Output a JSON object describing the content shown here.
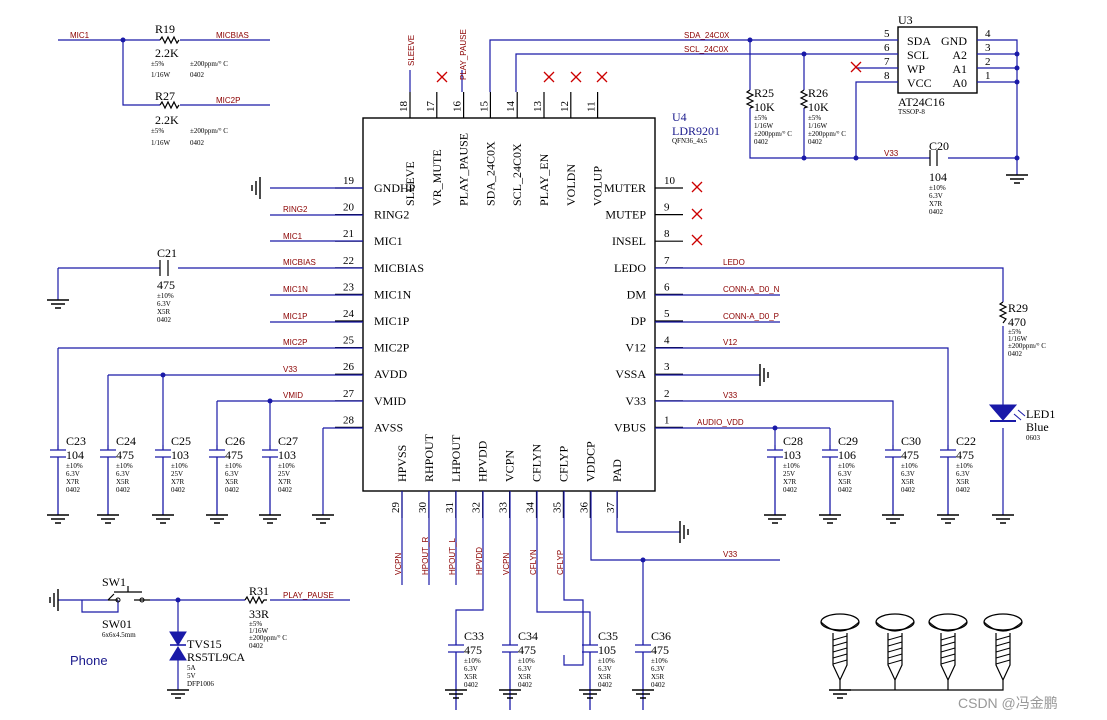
{
  "chip": {
    "ref": "U4",
    "part": "LDR9201",
    "package": "QFN36_4x5",
    "pins": [
      {
        "num": "1",
        "name": "VBUS",
        "net": "AUDIO_VDD"
      },
      {
        "num": "2",
        "name": "V33",
        "net": "V33"
      },
      {
        "num": "3",
        "name": "VSSA",
        "net": ""
      },
      {
        "num": "4",
        "name": "V12",
        "net": "V12"
      },
      {
        "num": "5",
        "name": "DP",
        "net": "CONN-A_D0_P"
      },
      {
        "num": "6",
        "name": "DM",
        "net": "CONN-A_D0_N"
      },
      {
        "num": "7",
        "name": "LEDO",
        "net": "LEDO"
      },
      {
        "num": "8",
        "name": "INSEL",
        "net": ""
      },
      {
        "num": "9",
        "name": "MUTEP",
        "net": ""
      },
      {
        "num": "10",
        "name": "MUTER",
        "net": ""
      },
      {
        "num": "11",
        "name": "VOLUP",
        "net": ""
      },
      {
        "num": "12",
        "name": "VOLDN",
        "net": ""
      },
      {
        "num": "13",
        "name": "PLAY_EN",
        "net": ""
      },
      {
        "num": "14",
        "name": "SCL_24C0X",
        "net": ""
      },
      {
        "num": "15",
        "name": "SDA_24C0X",
        "net": ""
      },
      {
        "num": "16",
        "name": "PLAY_PAUSE",
        "net": "PLAY_PAUSE"
      },
      {
        "num": "17",
        "name": "VR_MUTE",
        "net": ""
      },
      {
        "num": "18",
        "name": "SLEEVE",
        "net": "SLEEVE"
      },
      {
        "num": "19",
        "name": "GNDHP",
        "net": ""
      },
      {
        "num": "20",
        "name": "RING2",
        "net": "RING2"
      },
      {
        "num": "21",
        "name": "MIC1",
        "net": "MIC1"
      },
      {
        "num": "22",
        "name": "MICBIAS",
        "net": "MICBIAS"
      },
      {
        "num": "23",
        "name": "MIC1N",
        "net": "MIC1N"
      },
      {
        "num": "24",
        "name": "MIC1P",
        "net": "MIC1P"
      },
      {
        "num": "25",
        "name": "MIC2P",
        "net": "MIC2P"
      },
      {
        "num": "26",
        "name": "AVDD",
        "net": "V33"
      },
      {
        "num": "27",
        "name": "VMID",
        "net": "VMID"
      },
      {
        "num": "28",
        "name": "AVSS",
        "net": ""
      },
      {
        "num": "29",
        "name": "HPVSS",
        "net": "VCPN"
      },
      {
        "num": "30",
        "name": "RHPOUT",
        "net": "HPOUT_R"
      },
      {
        "num": "31",
        "name": "LHPOUT",
        "net": "HPOUT_L"
      },
      {
        "num": "32",
        "name": "HPVDD",
        "net": "HPVDD"
      },
      {
        "num": "33",
        "name": "VCPN",
        "net": "VCPN"
      },
      {
        "num": "34",
        "name": "CFLYN",
        "net": "CFLYN"
      },
      {
        "num": "35",
        "name": "CFLYP",
        "net": "CFLYP"
      },
      {
        "num": "36",
        "name": "VDDCP",
        "net": "V33"
      },
      {
        "num": "37",
        "name": "PAD",
        "net": ""
      }
    ]
  },
  "eeprom": {
    "ref": "U3",
    "part": "AT24C16",
    "package": "TSSOP-8",
    "pins": [
      {
        "num": "5",
        "name": "SDA",
        "net": "SDA_24C0X"
      },
      {
        "num": "6",
        "name": "SCL",
        "net": "SCL_24C0X"
      },
      {
        "num": "7",
        "name": "WP",
        "net": ""
      },
      {
        "num": "8",
        "name": "VCC",
        "net": "V33"
      },
      {
        "num": "4",
        "name": "GND"
      },
      {
        "num": "3",
        "name": "A2"
      },
      {
        "num": "2",
        "name": "A1"
      },
      {
        "num": "1",
        "name": "A0"
      }
    ]
  },
  "resistors": [
    {
      "ref": "R19",
      "value": "2.2K",
      "tol": "±5%",
      "power": "1/16W",
      "tc": "±200ppm/° C",
      "pkg": "0402",
      "net_in": "MIC1",
      "net_out": "MICBIAS"
    },
    {
      "ref": "R27",
      "value": "2.2K",
      "tol": "±5%",
      "power": "1/16W",
      "tc": "±200ppm/° C",
      "pkg": "0402",
      "net_out": "MIC2P"
    },
    {
      "ref": "R25",
      "value": "10K",
      "tol": "±5%",
      "power": "1/16W",
      "tc": "±200ppm/° C",
      "pkg": "0402"
    },
    {
      "ref": "R26",
      "value": "10K",
      "tol": "±5%",
      "power": "1/16W",
      "tc": "±200ppm/° C",
      "pkg": "0402"
    },
    {
      "ref": "R29",
      "value": "470",
      "tol": "±5%",
      "power": "1/16W",
      "tc": "±200ppm/° C",
      "pkg": "0402"
    },
    {
      "ref": "R31",
      "value": "33R",
      "tol": "±5%",
      "power": "1/16W",
      "tc": "±200ppm/° C",
      "pkg": "0402",
      "net_out": "PLAY_PAUSE"
    }
  ],
  "capacitors": [
    {
      "ref": "C20",
      "value": "104",
      "v": "6.3V",
      "tol": "±10%",
      "diel": "X7R",
      "pkg": "0402"
    },
    {
      "ref": "C21",
      "value": "475",
      "v": "6.3V",
      "tol": "±10%",
      "diel": "X5R",
      "pkg": "0402"
    },
    {
      "ref": "C22",
      "value": "475",
      "v": "6.3V",
      "tol": "±10%",
      "diel": "X5R",
      "pkg": "0402"
    },
    {
      "ref": "C23",
      "value": "104",
      "v": "6.3V",
      "tol": "±10%",
      "diel": "X7R",
      "pkg": "0402"
    },
    {
      "ref": "C24",
      "value": "475",
      "v": "6.3V",
      "tol": "±10%",
      "diel": "X5R",
      "pkg": "0402"
    },
    {
      "ref": "C25",
      "value": "103",
      "v": "25V",
      "tol": "±10%",
      "diel": "X7R",
      "pkg": "0402"
    },
    {
      "ref": "C26",
      "value": "475",
      "v": "6.3V",
      "tol": "±10%",
      "diel": "X5R",
      "pkg": "0402"
    },
    {
      "ref": "C27",
      "value": "103",
      "v": "25V",
      "tol": "±10%",
      "diel": "X7R",
      "pkg": "0402"
    },
    {
      "ref": "C28",
      "value": "103",
      "v": "25V",
      "tol": "±10%",
      "diel": "X7R",
      "pkg": "0402"
    },
    {
      "ref": "C29",
      "value": "106",
      "v": "6.3V",
      "tol": "±10%",
      "diel": "X5R",
      "pkg": "0402"
    },
    {
      "ref": "C30",
      "value": "475",
      "v": "6.3V",
      "tol": "±10%",
      "diel": "X5R",
      "pkg": "0402"
    },
    {
      "ref": "C33",
      "value": "475",
      "v": "6.3V",
      "tol": "±10%",
      "diel": "X5R",
      "pkg": "0402"
    },
    {
      "ref": "C34",
      "value": "475",
      "v": "6.3V",
      "tol": "±10%",
      "diel": "X5R",
      "pkg": "0402"
    },
    {
      "ref": "C35",
      "value": "105",
      "v": "6.3V",
      "tol": "±10%",
      "diel": "X5R",
      "pkg": "0402"
    },
    {
      "ref": "C36",
      "value": "475",
      "v": "6.3V",
      "tol": "±10%",
      "diel": "X5R",
      "pkg": "0402"
    }
  ],
  "led": {
    "ref": "LED1",
    "color": "Blue",
    "pkg": "0603"
  },
  "switch": {
    "ref": "SW1",
    "name": "SW01",
    "size": "6x6x4.5mm"
  },
  "tvs": {
    "ref": "TVS15",
    "part": "RS5TL9CA",
    "current": "5A",
    "voltage": "5V",
    "pkg": "DFP1006"
  },
  "net_labels": {
    "mic1": "MIC1",
    "micbias": "MICBIAS",
    "mic2p": "MIC2P",
    "ring2": "RING2",
    "mic1n": "MIC1N",
    "mic1p": "MIC1P",
    "v33": "V33",
    "vmid": "VMID",
    "sda": "SDA_24C0X",
    "scl": "SCL_24C0X",
    "sleeve": "SLEEVE",
    "play_pause": "PLAY_PAUSE",
    "ledo": "LEDO",
    "conn_n": "CONN-A_D0_N",
    "conn_p": "CONN-A_D0_P",
    "v12": "V12",
    "audio_vdd": "AUDIO_VDD",
    "vcpn": "VCPN",
    "hpout_r": "HPOUT_R",
    "hpout_l": "HPOUT_L",
    "hpvdd": "HPVDD",
    "cflyn": "CFLYN",
    "cflyp": "CFLYP"
  },
  "labels": {
    "phone": "Phone"
  },
  "watermark": "CSDN @冯金鹏",
  "colors": {
    "wire": "#1a1aa8",
    "netlabel": "#8b0000",
    "nc_mark": "#cc0000",
    "text": "#000000"
  }
}
